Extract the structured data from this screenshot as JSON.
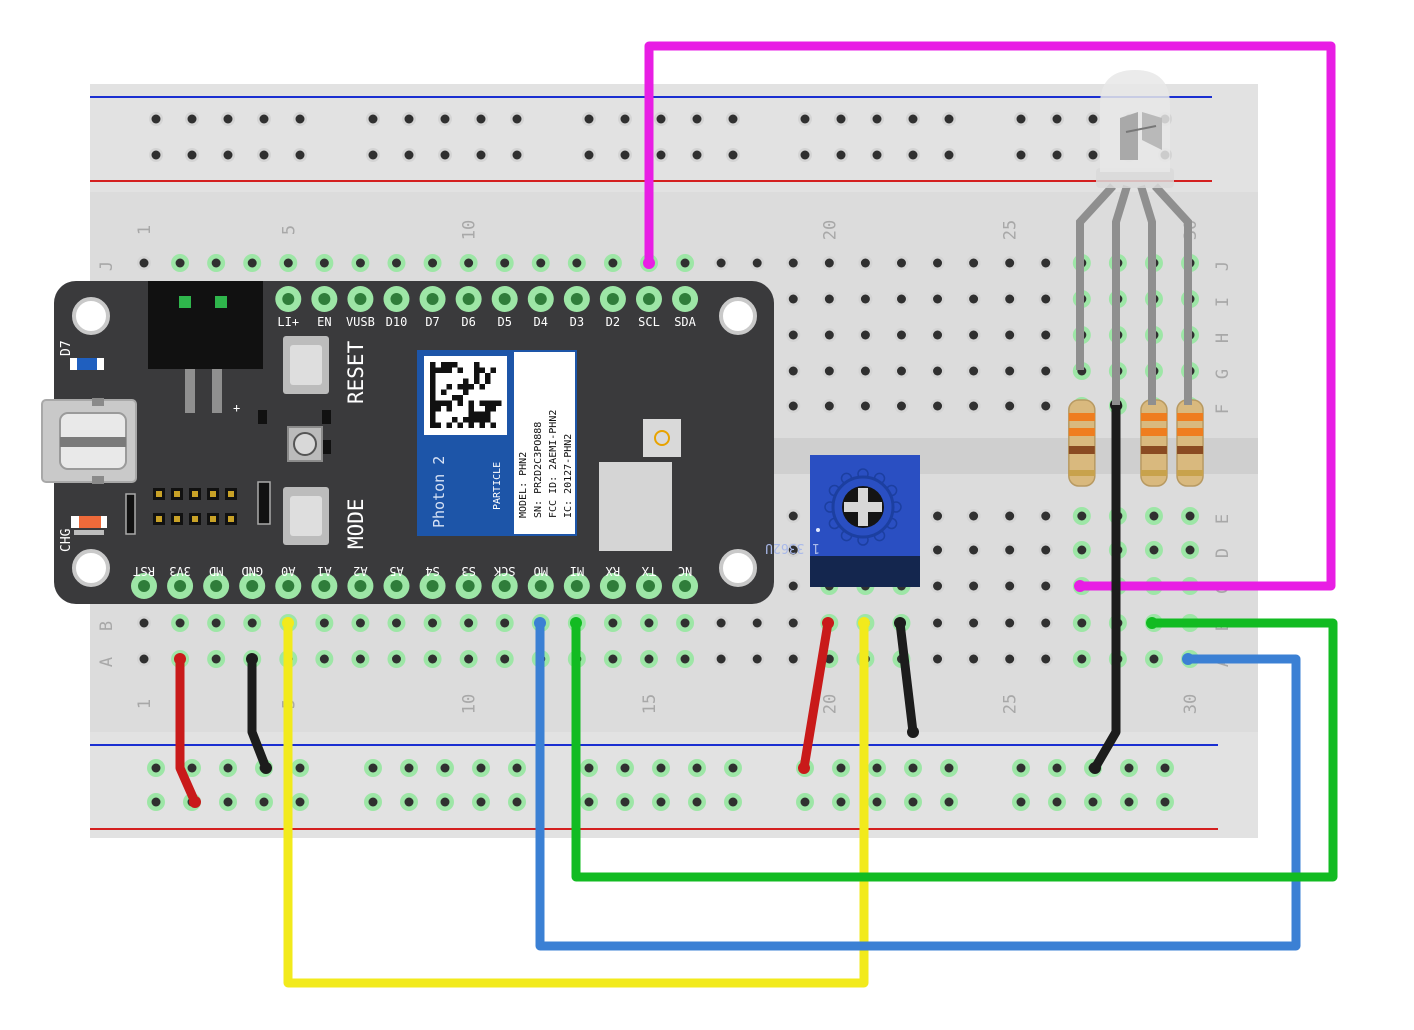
{
  "board": {
    "pins_top": [
      "LI+",
      "EN",
      "VUSB",
      "D10",
      "D7",
      "D6",
      "D5",
      "D4",
      "D3",
      "D2",
      "SCL",
      "SDA"
    ],
    "pins_bottom": [
      "RST",
      "3V3",
      "MD",
      "GND",
      "A0",
      "A1",
      "A2",
      "A5",
      "S4",
      "S3",
      "SCK",
      "MO",
      "MI",
      "RX",
      "TX",
      "NC"
    ],
    "reset_label": "RESET",
    "mode_label": "MODE",
    "d7_label": "D7",
    "chg_label": "CHG",
    "plus_label": "+",
    "module_name": "Photon 2",
    "module_brand": "PARTICLE",
    "module_info": [
      "MODEL: PHN2",
      "SN: PR2D2C3PO888",
      "FCC ID: 2AEMI-PHN2",
      "IC: 20127-PHN2"
    ]
  },
  "breadboard": {
    "row_letters_top": [
      "J",
      "I",
      "H",
      "G",
      "F"
    ],
    "row_letters_bottom": [
      "E",
      "D",
      "C",
      "B",
      "A"
    ],
    "column_numbers": [
      "1",
      "5",
      "10",
      "15",
      "20",
      "25",
      "30"
    ]
  },
  "potentiometer": {
    "label": "1  3362U"
  },
  "wire_colors": {
    "magenta": "#e81ee4",
    "yellow": "#f2ea1c",
    "blue": "#3b80d4",
    "green": "#12bb22",
    "red": "#c91a1a",
    "black": "#1c1c1c"
  }
}
